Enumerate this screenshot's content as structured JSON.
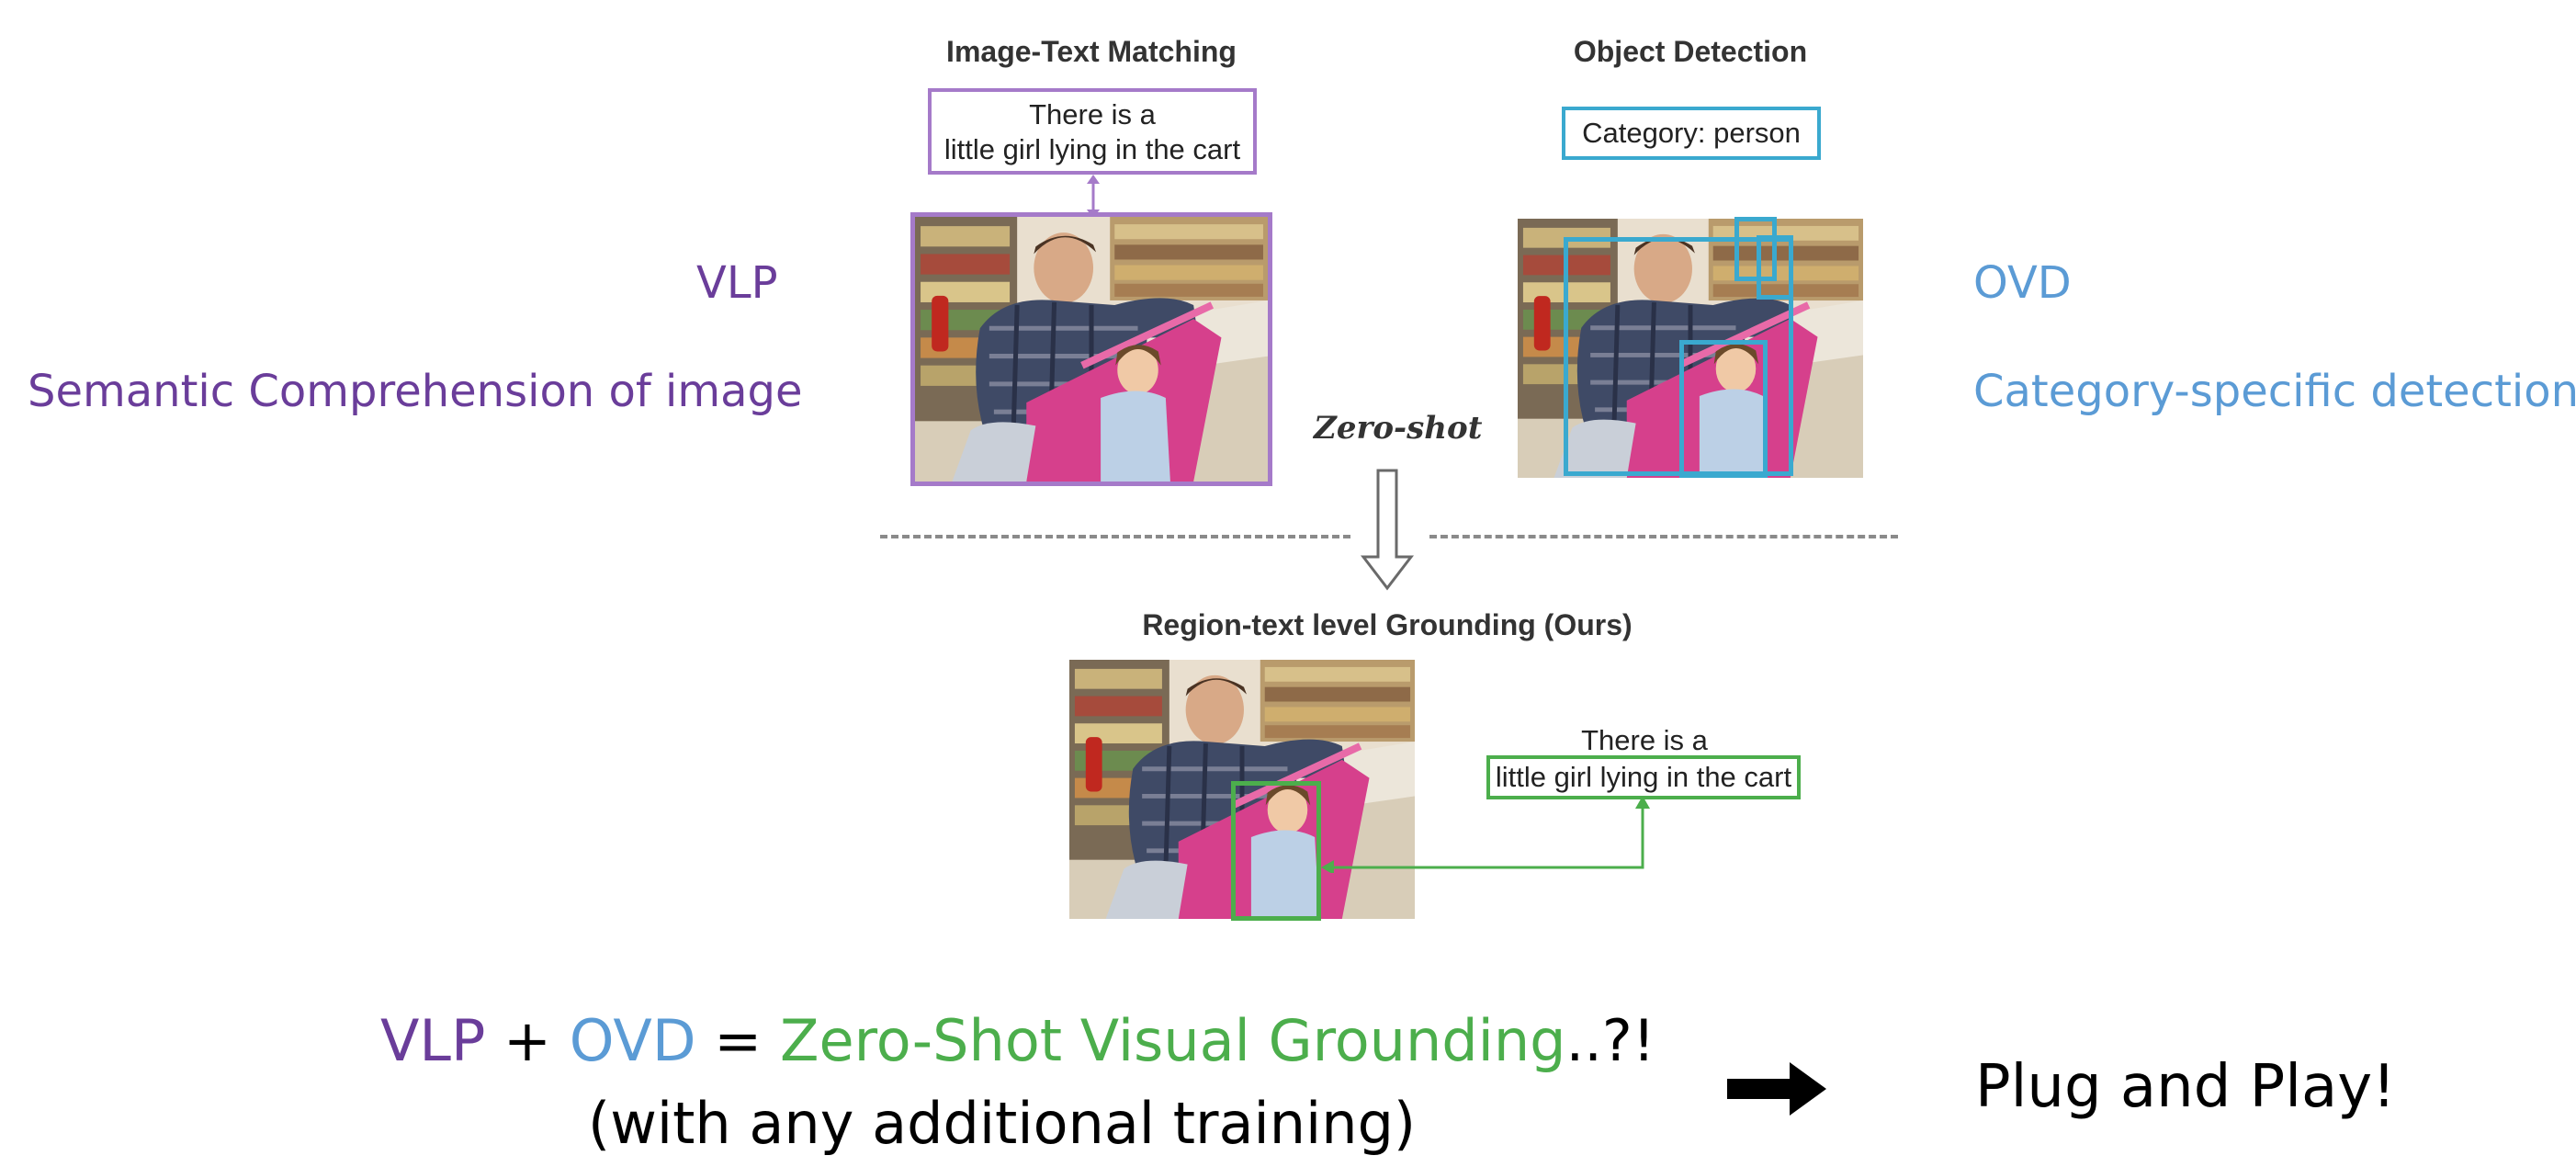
{
  "colors": {
    "purple": "#6a3d9a",
    "blue": "#5b9bd5",
    "cyan": "#3aa9cf",
    "green": "#4cae4c",
    "lilac": "#a57ac9",
    "gray": "#8a8a8a",
    "black": "#000000"
  },
  "left": {
    "label": "VLP",
    "description": "Semantic Comprehension of image"
  },
  "right": {
    "label": "OVD",
    "description": "Category-specific detection"
  },
  "panels": {
    "itm": {
      "title": "Image-Text Matching",
      "caption_line1": "There is a",
      "caption_line2": "little girl lying in the cart"
    },
    "od": {
      "title": "Object Detection",
      "category": "Category: person"
    },
    "grounding": {
      "title": "Region-text level Grounding (Ours)",
      "caption_line1": "There is a",
      "caption_line2": "little girl lying in the cart"
    }
  },
  "transition": {
    "label": "Zero-shot"
  },
  "equation": {
    "term1": "VLP",
    "plus": " + ",
    "term2": "OVD",
    "equals": " = ",
    "result": "Zero-Shot Visual Grounding",
    "suffix": "..?!",
    "note": "(with any additional training)"
  },
  "conclusion": {
    "text": "Plug and Play!"
  },
  "icons": {
    "transition_arrow": "down-arrow-icon",
    "conclusion_arrow": "right-arrow-icon"
  }
}
